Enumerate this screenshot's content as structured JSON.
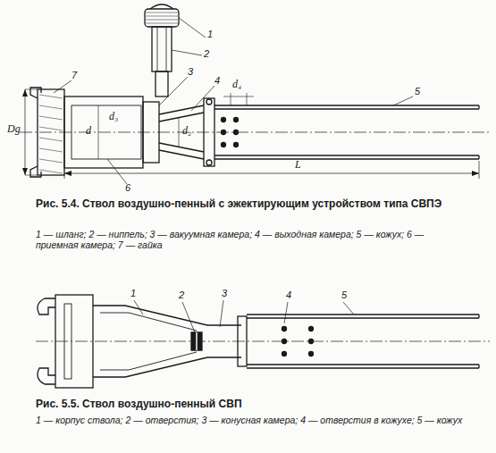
{
  "diagram": {
    "labels": [
      "1",
      "2",
      "3",
      "4",
      "5",
      "7",
      "6",
      "Dg",
      "d",
      "d₃",
      "d₂",
      "d₄",
      "L",
      "Рис. 5.4. Ствол воздушно-пенный с эжектирующим устройством типа СВПЭ",
      "1 — шланг; 2 — ниппель; 3 — вакуумная камера; 4 — выходная камера; 5 — кожух; 6 — приемная камера; 7 — гайка",
      "1",
      "2",
      "3",
      "4",
      "5",
      "Рис. 5.5. Ствол воздушно-пенный СВП",
      "1 — корпус ствола; 2 — отверстия; 3 — конусная камера; 4 — отверстия в кожухе; 5 — кожух"
    ]
  }
}
